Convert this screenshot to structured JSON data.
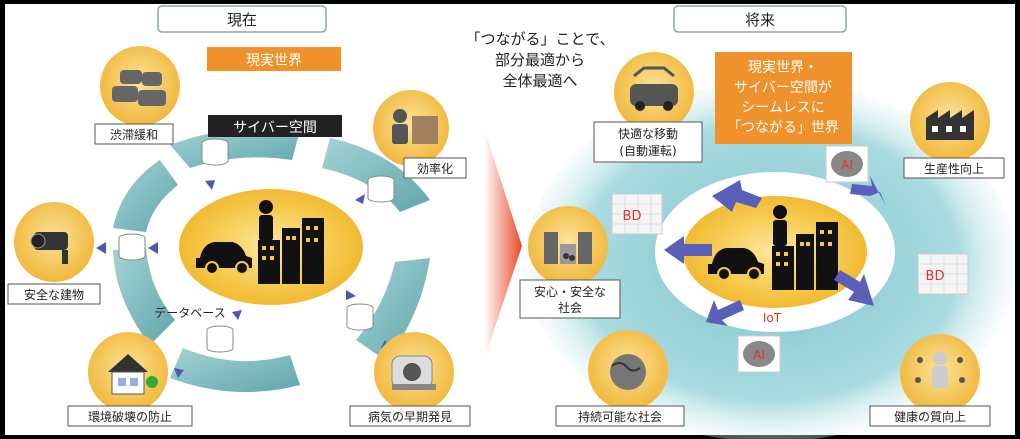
{
  "left": {
    "header": "現在",
    "real_world_label": "現実世界",
    "cyber_label": "サイバー空間",
    "database_label": "データベース",
    "nodes": {
      "traffic": "渋滞緩和",
      "efficiency": "効率化",
      "building": "安全な建物",
      "environment": "環境破壊の防止",
      "disease": "病気の早期発見"
    }
  },
  "middle": {
    "lines": [
      "「つながる」ことで、",
      "部分最適から",
      "全体最適へ"
    ]
  },
  "right": {
    "header": "将来",
    "callout_lines": [
      "現実世界・",
      "サイバー空間が",
      "シームレスに",
      "「つながる」世界"
    ],
    "iot_label": "IoT",
    "bd_label": "BD",
    "ai_label": "AI",
    "nodes": {
      "mobility_line1": "快適な移動",
      "mobility_line2": "(自動運転)",
      "productivity": "生産性向上",
      "safe_society_line1": "安心・安全な",
      "safe_society_line2": "社会",
      "sustainable": "持続可能な社会",
      "health": "健康の質向上"
    }
  },
  "colors": {
    "orange": "#f0922b",
    "teal": "#7fbcc0",
    "ellipse_yellow": "#f2c23a",
    "arrow_purple": "#5a5fb8",
    "arrow_red": "#e84a2a"
  }
}
